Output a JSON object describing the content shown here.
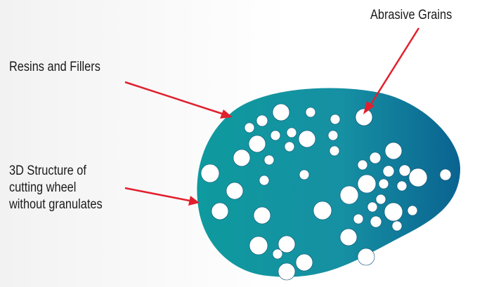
{
  "labels": {
    "abrasive_grains": "Abrasive Grains",
    "resins_fillers": "Resins and Fillers",
    "structure_lines": [
      "3D Structure of",
      "cutting wheel",
      "without granulates"
    ]
  },
  "colors": {
    "body_left": "#0e9a9e",
    "body_right": "#0a6390",
    "arrow": "#e1202e",
    "grain": "#ffffff"
  }
}
